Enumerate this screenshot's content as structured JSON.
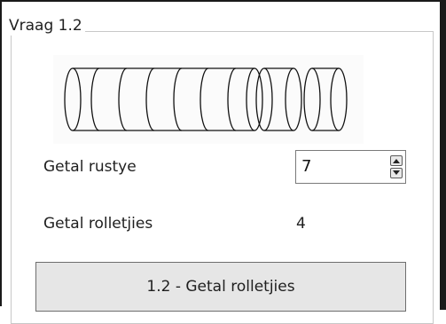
{
  "group": {
    "title": "Vraag 1.2"
  },
  "illustration": {
    "icon": "rolls-illustration",
    "roll_groups": [
      6,
      1,
      1
    ]
  },
  "fields": {
    "rustye_label": "Getal rustye",
    "rustye_value": "7",
    "rolletjies_label": "Getal rolletjies",
    "rolletjies_value": "4"
  },
  "button": {
    "label": "1.2 - Getal rolletjies"
  }
}
